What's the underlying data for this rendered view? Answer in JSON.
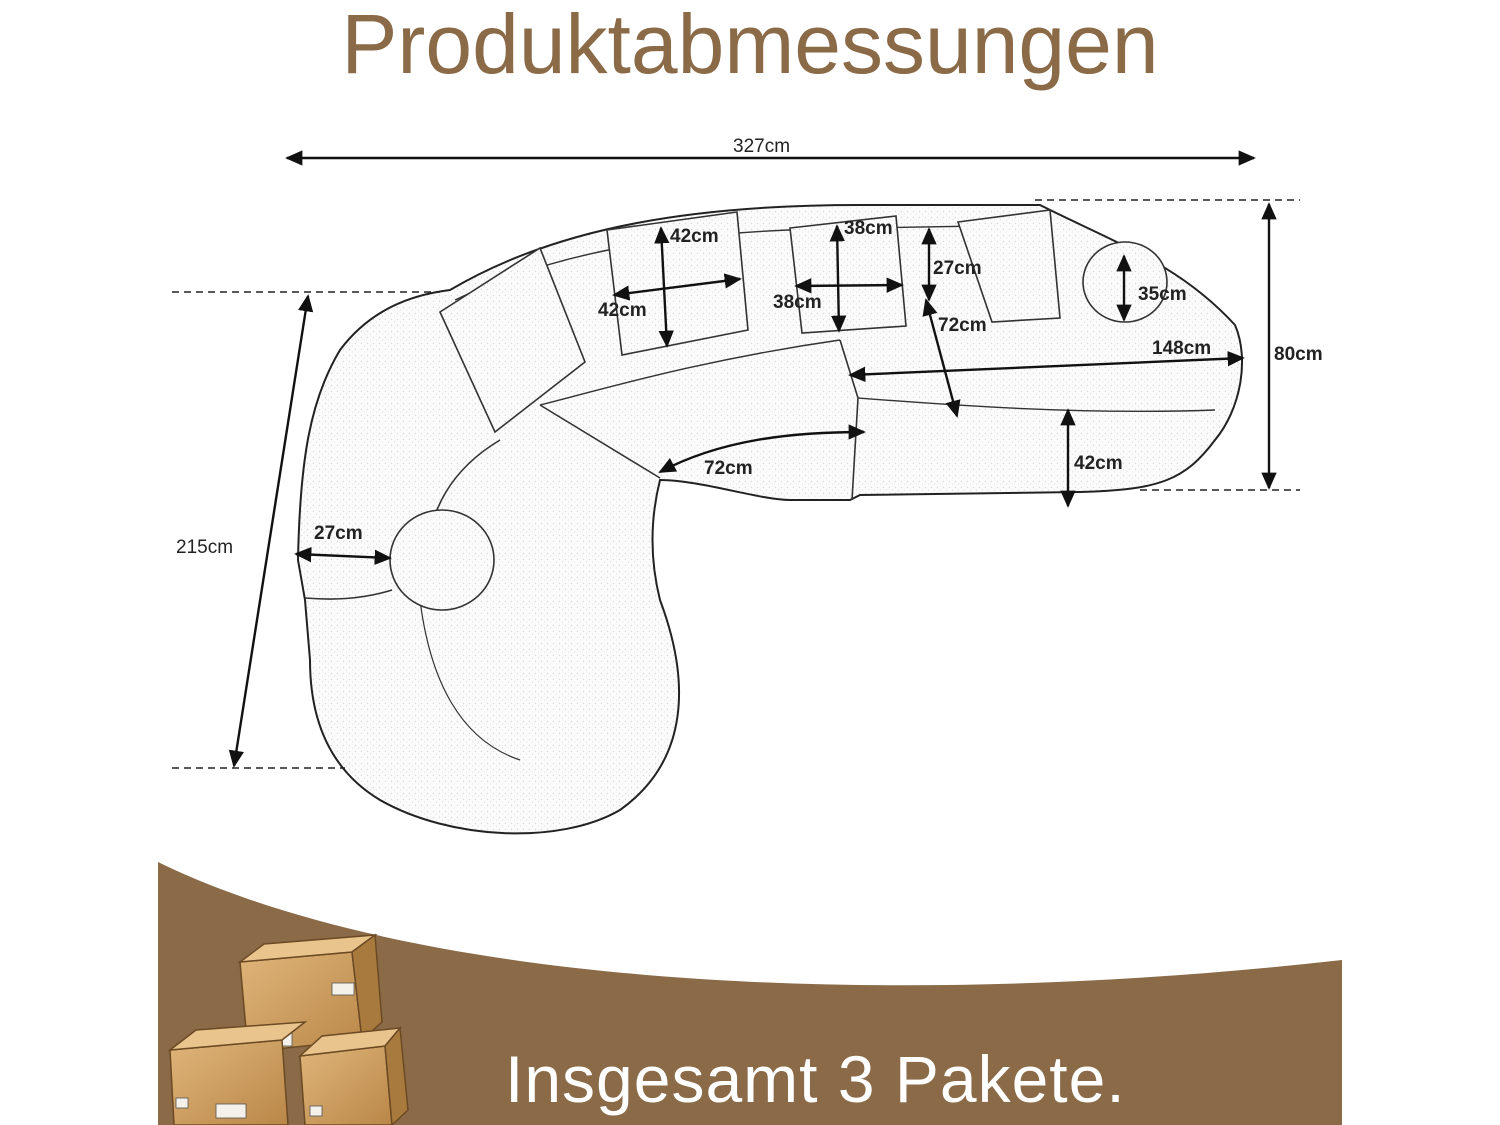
{
  "title": "Produktabmessungen",
  "colors": {
    "brand_brown": "#8a6a47",
    "title_brown": "#8a6a47",
    "sofa_fill": "#ffffff",
    "outline": "#111111"
  },
  "dimensions": {
    "total_width": "327cm",
    "total_depth": "215cm",
    "height": "80cm",
    "pillow_square_h": "42cm",
    "pillow_square_w": "42cm",
    "pillow_small_h": "38cm",
    "pillow_small_w": "38cm",
    "backrest_height": "27cm",
    "bolster_diameter": "35cm",
    "seat_width": "72cm",
    "chaise_length": "148cm",
    "seat_height": "42cm",
    "corner_width": "72cm",
    "armrest_width": "27cm"
  },
  "footer": {
    "text": "Insgesamt 3 Pakete.",
    "icon": "boxes-icon"
  }
}
